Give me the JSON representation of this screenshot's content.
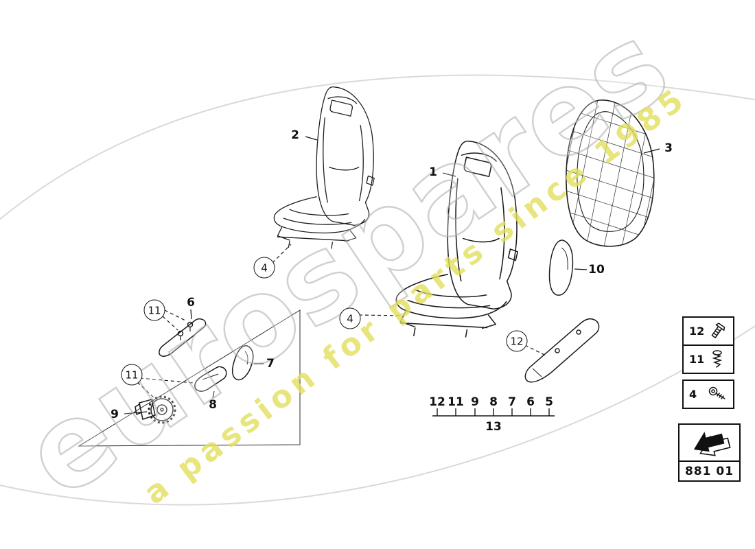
{
  "watermark": {
    "brand": "eurospares",
    "tagline": "a passion for parts since 1985",
    "brand_color": "#bdbdbd",
    "tagline_color": "#e2de5c"
  },
  "callouts": {
    "seat_main": "1",
    "seat_complete": "2",
    "backrest_frame": "3",
    "bolt": "4",
    "trim_rail": "5",
    "bracket": "6",
    "cap": "7",
    "trim_piece": "8",
    "motor": "9",
    "side_pad": "10",
    "screw": "11",
    "clip": "12",
    "group": "13"
  },
  "bottom_scale": {
    "items": [
      "12",
      "11",
      "9",
      "8",
      "7",
      "6",
      "5"
    ],
    "group_label": "13"
  },
  "legend_boxes": [
    {
      "number": "12",
      "icon": "expansion-rivet-icon"
    },
    {
      "number": "11",
      "icon": "tapping-screw-icon"
    },
    {
      "number": "4",
      "icon": "bolt-icon"
    }
  ],
  "code_box": {
    "code": "881 01",
    "icon": "direction-arrow-icon"
  }
}
